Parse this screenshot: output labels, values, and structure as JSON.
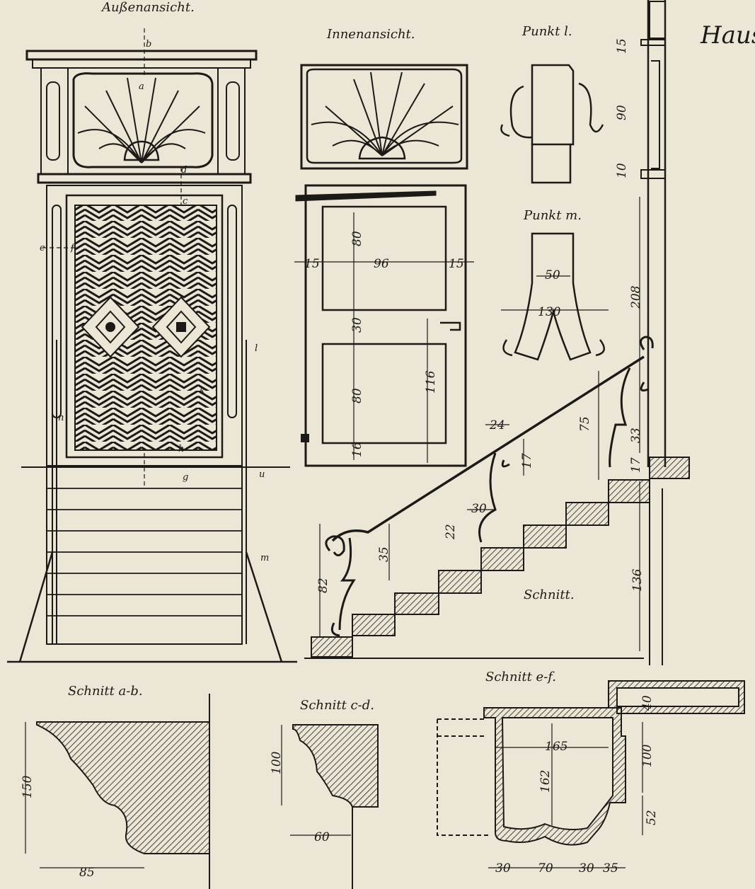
{
  "titles": {
    "aussen": "Außenansicht.",
    "innen": "Innenansicht.",
    "punkt_l": "Punkt l.",
    "punkt_m": "Punkt m.",
    "haus": "Haus",
    "schnitt": "Schnitt.",
    "schnitt_ab": "Schnitt a-b.",
    "schnitt_cd": "Schnitt c-d.",
    "schnitt_ef": "Schnitt e-f."
  },
  "door_letters": {
    "a": "a",
    "b": "b",
    "c": "c",
    "d": "d",
    "e": "e",
    "f": "f",
    "g": "g",
    "h": "h",
    "k": "k",
    "l": "l",
    "m": "m",
    "n": "n",
    "u": "u"
  },
  "inner_dims": {
    "side_left": "15",
    "width": "96",
    "side_right": "15",
    "upper_panel": "80",
    "middle": "30",
    "lower_panel": "80",
    "bottom": "16",
    "handle_height": "116"
  },
  "punkt_m_dims": {
    "inner": "50",
    "outer": "130"
  },
  "rail_dims": {
    "left_scroll": "35",
    "left_height": "82",
    "mid_top": "24",
    "mid_right": "17",
    "mid_width": "30",
    "mid_left": "22",
    "right_height": "75",
    "right_small": "33",
    "right_bottom": "17"
  },
  "wall_dims": {
    "top": "15",
    "fanlight": "90",
    "sill": "10",
    "door": "208",
    "stair": "136"
  },
  "profile_ab": {
    "height": "150",
    "width": "85"
  },
  "profile_cd": {
    "height": "100",
    "width": "60"
  },
  "profile_ef": {
    "width_inner": "165",
    "height_inner": "162",
    "top": "40",
    "right_upper": "100",
    "right_lower": "52",
    "bottom_1": "30",
    "bottom_2": "70",
    "bottom_3": "30",
    "bottom_4": "35"
  }
}
